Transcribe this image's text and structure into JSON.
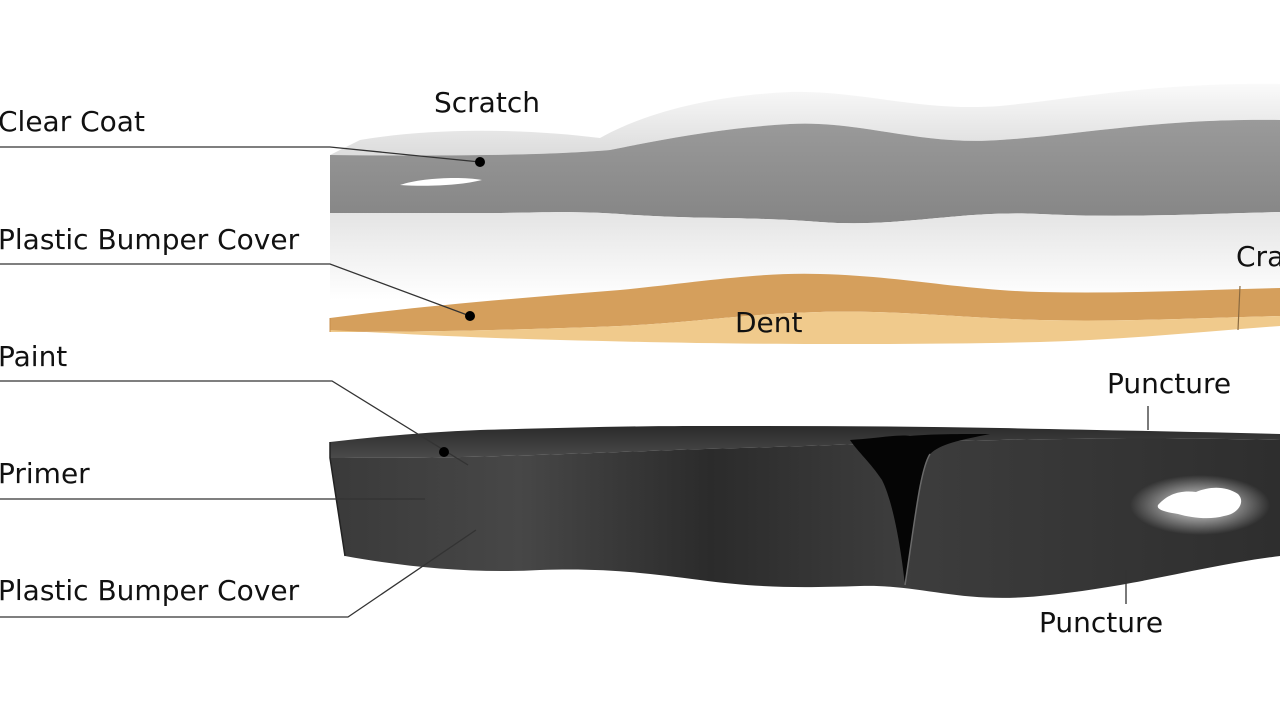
{
  "labels": {
    "clear_coat": "Clear Coat",
    "plastic_bumper_cover_top": "Plastic Bumper Cover",
    "paint": "Paint",
    "primer": "Primer",
    "plastic_bumper_cover_bottom": "Plastic Bumper Cover",
    "scratch": "Scratch",
    "dent": "Dent",
    "crack_partial": "Cra",
    "puncture_top": "Puncture",
    "puncture_bottom": "Puncture"
  },
  "colors": {
    "clear_coat_layer": "#8e8e8e",
    "bumper_layer": "#e0aa64",
    "paint_layer": "#3e3e3e",
    "background": "#ffffff"
  }
}
